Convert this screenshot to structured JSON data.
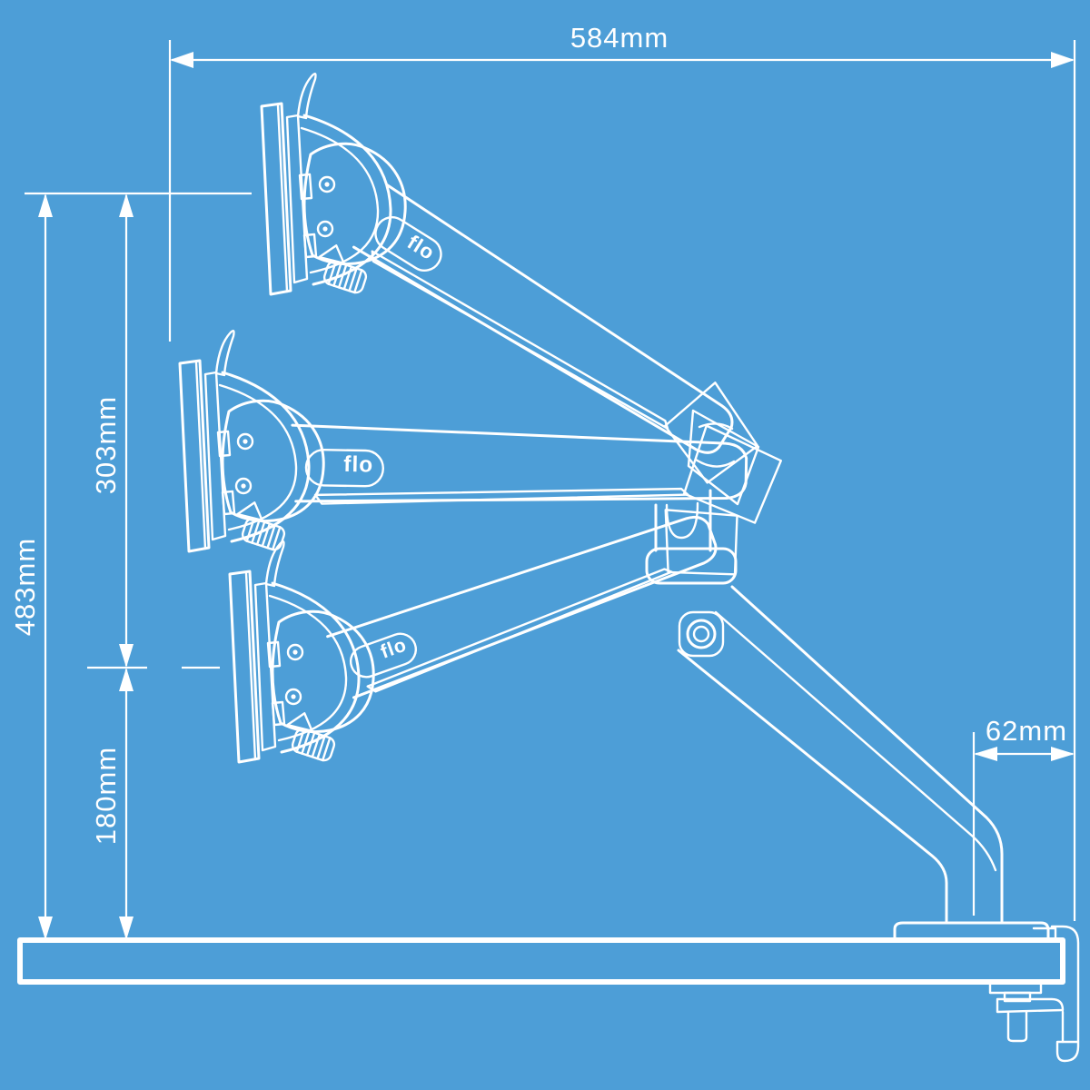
{
  "colors": {
    "background": "#4d9ed7",
    "line": "#ffffff"
  },
  "logo": {
    "text": "flo"
  },
  "dimensions": {
    "width_total": {
      "label": "584mm",
      "value_mm": 584
    },
    "height_total": {
      "label": "483mm",
      "value_mm": 483
    },
    "height_upper_span": {
      "label": "303mm",
      "value_mm": 303
    },
    "height_lower_span": {
      "label": "180mm",
      "value_mm": 180
    },
    "base_edge_offset": {
      "label": "62mm",
      "value_mm": 62
    }
  }
}
